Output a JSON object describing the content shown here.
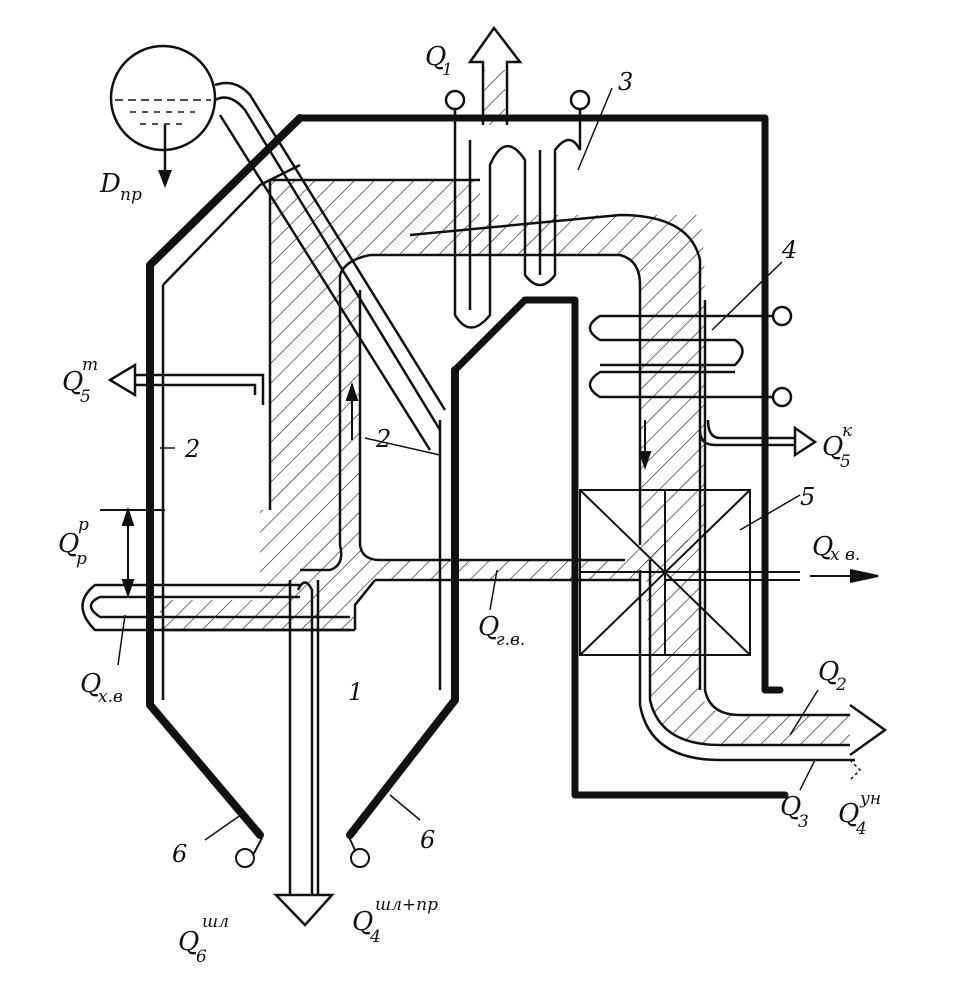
{
  "diagram": {
    "numbers": {
      "n1": "1",
      "n2_left": "2",
      "n2_center": "2",
      "n3": "3",
      "n4": "4",
      "n5": "5",
      "n6_left": "6",
      "n6_right": "6"
    },
    "labels": {
      "d_pr": {
        "main": "D",
        "sub": "пр"
      },
      "q1": {
        "main": "Q",
        "sub": "1"
      },
      "q5t": {
        "main": "Q",
        "sub": "5",
        "sup": "т"
      },
      "q5k": {
        "main": "Q",
        "sub": "5",
        "sup": "к"
      },
      "qpp": {
        "main": "Q",
        "sub": "р",
        "sup": "р"
      },
      "qxv_left": {
        "main": "Q",
        "sub": "х.в"
      },
      "qxv_right": {
        "main": "Q",
        "sub": "х в."
      },
      "qgv": {
        "main": "Q",
        "sub": "г.в."
      },
      "q2": {
        "main": "Q",
        "sub": "2"
      },
      "q3": {
        "main": "Q",
        "sub": "3"
      },
      "q4yh": {
        "main": "Q",
        "sub": "4",
        "sup": "ун"
      },
      "q6": {
        "main": "Q",
        "sub": "6",
        "sup": "шл"
      },
      "q4shl": {
        "main": "Q",
        "sub": "4",
        "sup": "шл+пр"
      }
    },
    "colors": {
      "ink": "#111111",
      "background": "#ffffff"
    }
  }
}
